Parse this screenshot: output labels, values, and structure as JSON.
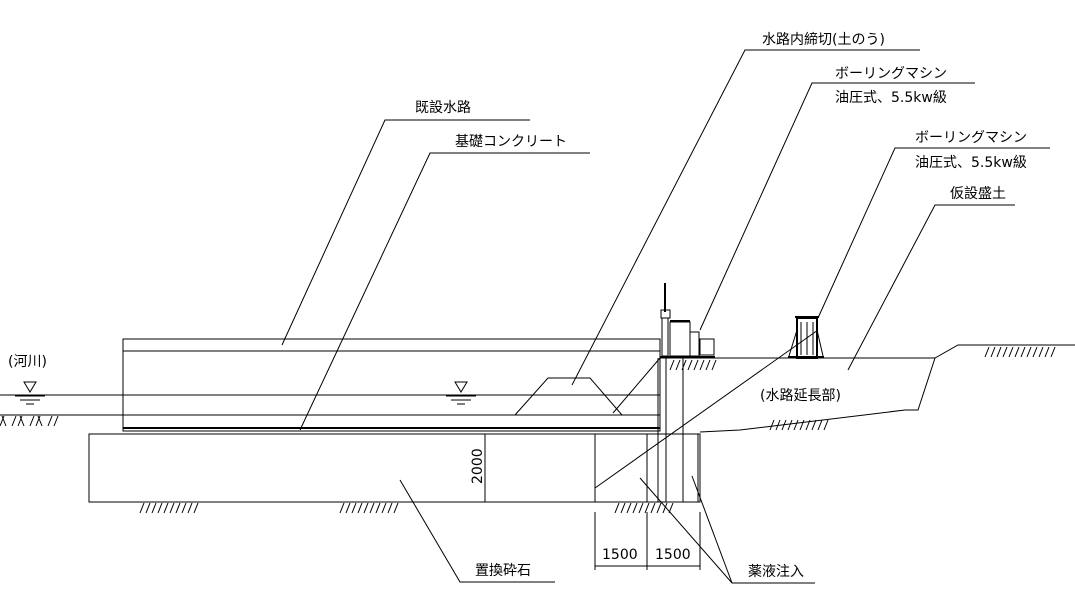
{
  "labels": {
    "existing_channel": "既設水路",
    "foundation_concrete": "基礎コンクリート",
    "cofferdam": "水路内締切(土のう)",
    "boring1_name": "ボーリングマシン",
    "boring1_spec": "油圧式、5.5kw級",
    "boring2_name": "ボーリングマシン",
    "boring2_spec": "油圧式、5.5kw級",
    "temp_embankment": "仮設盛土",
    "river": "(河川)",
    "channel_extension": "(水路延長部)",
    "replacement_gravel": "置換砕石",
    "chemical_injection": "薬液注入"
  },
  "dimensions": {
    "depth": "2000",
    "width1": "1500",
    "width2": "1500"
  }
}
